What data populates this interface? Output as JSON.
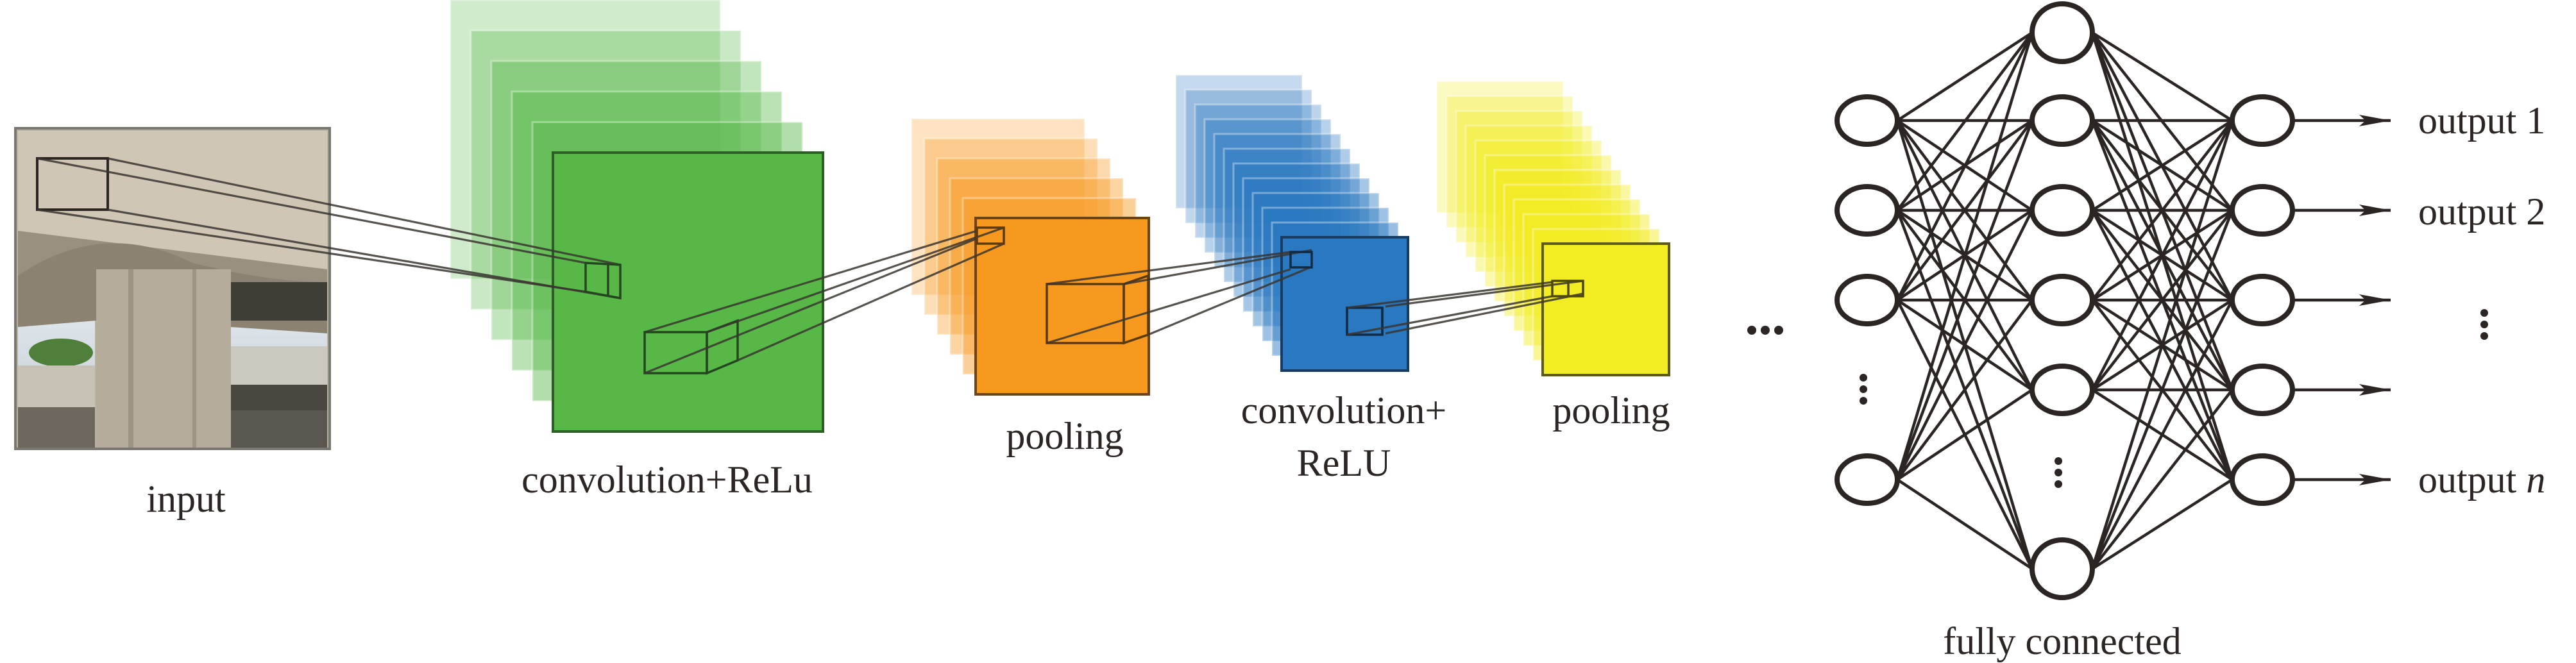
{
  "title": "CNN architecture schematic",
  "stages": [
    {
      "id": "input",
      "label": "input",
      "kind": "image",
      "image_subject": "concrete bridge pier photo"
    },
    {
      "id": "conv1",
      "label": "convolution+ReLu",
      "kind": "feature-map-stack",
      "color": "#57b848",
      "border": "#2e5e28",
      "layers": 6
    },
    {
      "id": "pool1",
      "label": "pooling",
      "kind": "feature-map-stack",
      "color": "#f7991f",
      "border": "#6b4314",
      "layers": 6
    },
    {
      "id": "conv2",
      "label_line1": "convolution+",
      "label_line2": "ReLU",
      "kind": "feature-map-stack",
      "color": "#2a78c0",
      "border": "#163c63",
      "layers": 12
    },
    {
      "id": "pool2",
      "label": "pooling",
      "kind": "feature-map-stack",
      "color": "#f2ec22",
      "border": "#5e5a18",
      "layers": 12
    }
  ],
  "ellipsis": "···",
  "fully_connected": {
    "label": "fully connected",
    "layers": [
      {
        "name": "input-layer",
        "visible_nodes": 4,
        "has_vertical_ellipsis": true
      },
      {
        "name": "hidden-layer",
        "visible_nodes": 6,
        "has_vertical_ellipsis": true
      },
      {
        "name": "output-layer",
        "visible_nodes": 5,
        "has_vertical_ellipsis": false
      }
    ],
    "outputs": [
      {
        "label": "output 1"
      },
      {
        "label": "output 2"
      },
      {
        "label": ""
      },
      {
        "label": ""
      },
      {
        "label": "output ",
        "italic_suffix": "n"
      }
    ],
    "outputs_ellipsis": "⋮"
  },
  "colors": {
    "ink": "#2b2523",
    "green": "#57b848",
    "orange": "#f7991f",
    "blue": "#2a78c0",
    "yellow": "#f2ec22"
  }
}
